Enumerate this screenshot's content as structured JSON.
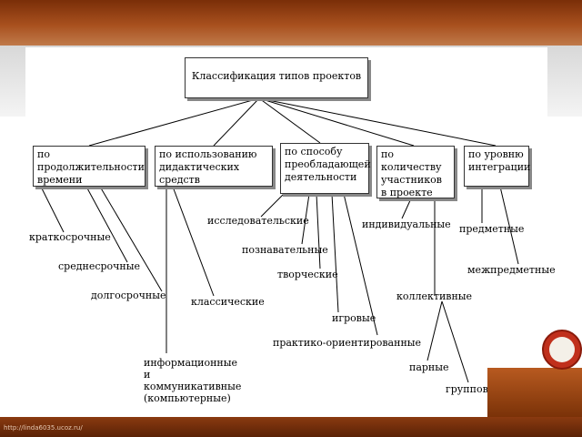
{
  "diagram": {
    "root": "Классификация типов проектов",
    "categories": [
      {
        "label": "по продолжительности времени",
        "children": [
          "краткосрочные",
          "среднесрочные",
          "долгосрочные"
        ]
      },
      {
        "label": "по использованию дидактических средств",
        "children": [
          "классические",
          "информационные и коммуникативные (компьютерные)"
        ]
      },
      {
        "label": "по способу преобладающей деятельности",
        "children": [
          "исследовательские",
          "познавательные",
          "творческие",
          "игровые",
          "практико-ориентированные"
        ]
      },
      {
        "label": "по количеству участников в проекте",
        "children": [
          "индивидуальные",
          "коллективные"
        ]
      },
      {
        "label": "по уровню интеграции",
        "children": [
          "предметные",
          "межпредметные"
        ]
      }
    ],
    "collective_children": [
      "парные",
      "групповые"
    ]
  },
  "footer": {
    "url": "http://linda6035.ucoz.ru/"
  },
  "colors": {
    "top_band": "#a8501e",
    "bottom_band": "#6a2a0a",
    "box_border": "#333333"
  }
}
